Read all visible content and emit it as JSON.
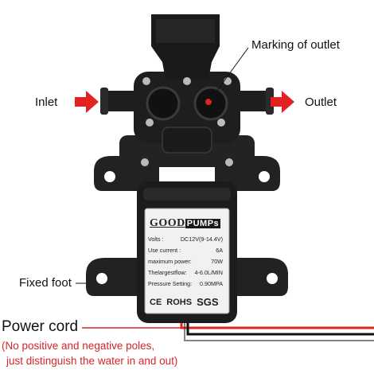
{
  "labels": {
    "marking": "Marking of outlet",
    "inlet": "Inlet",
    "outlet": "Outlet",
    "fixed_foot": "Fixed foot",
    "power_cord": "Power cord",
    "note_line1": "(No positive and negative poles,",
    "note_line2": " just distinguish the water in and out)"
  },
  "plate": {
    "brand_good": "GOOD",
    "brand_pumps": "PUMPs",
    "specs": [
      {
        "key": "Volts :",
        "value": "DC12V(9-14.4V)"
      },
      {
        "key": "Use current :",
        "value": "6A"
      },
      {
        "key": "maximum power:",
        "value": "70W"
      },
      {
        "key": "Thelargestflow:",
        "value": "4-6.0L/MIN"
      },
      {
        "key": "Pressure Setting:",
        "value": "0.90MPA"
      }
    ],
    "cert_ce": "CE",
    "cert_rohs": "ROHS",
    "cert_sgs": "SGS"
  },
  "colors": {
    "arrow": "#e32222",
    "note": "#d4262b",
    "cord_red": "#e32222",
    "cord_black": "#111111",
    "pump_body": "#1c1c1c"
  }
}
